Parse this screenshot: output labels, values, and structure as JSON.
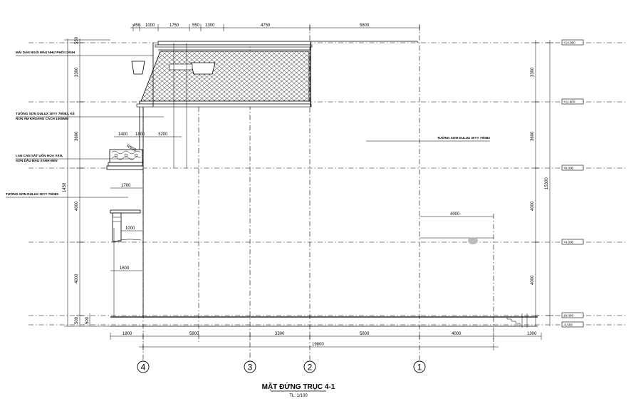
{
  "title": "MẶT ĐỨNG TRỤC 4-1",
  "scale": "TL: 1/100",
  "axes": [
    "4",
    "3",
    "2",
    "1"
  ],
  "notes": {
    "roof": "MÁI DÁN NGÓI MÀU NHƯ PHỐI CẢNH",
    "wall_groove_1": "TƯỜNG SƠN DULUX 30YY 79/083, KẺ",
    "wall_groove_2": "RON ÂM KHOẢNG CÁCH 1000MM",
    "railing_1": "LAN CAN SẮT UỐN HOA VĂN,",
    "railing_2": "SƠN DẦU MÀU XANH ĐEN",
    "wall_left": "TƯỜNG SƠN DULUX 30YY 79/083",
    "wall_right": "TƯỜNG SƠN DULUX 30YY 79/083"
  },
  "levels": [
    "+14.800",
    "+11.600",
    "+8.000",
    "+4.000",
    "±0.000",
    "-0.500"
  ],
  "dims": {
    "top": [
      "450",
      "1000",
      "1750",
      "550",
      "1300",
      "4750",
      "5800"
    ],
    "left_outer": [
      "1450"
    ],
    "left_inner": [
      "550",
      "3300",
      "3600",
      "4000",
      "4000",
      "500"
    ],
    "right_outer": [
      "15300"
    ],
    "right_inner": [
      "3300",
      "3600",
      "4000",
      "4000"
    ],
    "bottom_chain": [
      "1800",
      "5800",
      "3300",
      "5800",
      "4000",
      "1300"
    ],
    "bottom_total": [
      "19800"
    ],
    "local": [
      "1400",
      "1800",
      "3200",
      "R800",
      "1700",
      "1000",
      "1600",
      "4000",
      "500"
    ]
  }
}
